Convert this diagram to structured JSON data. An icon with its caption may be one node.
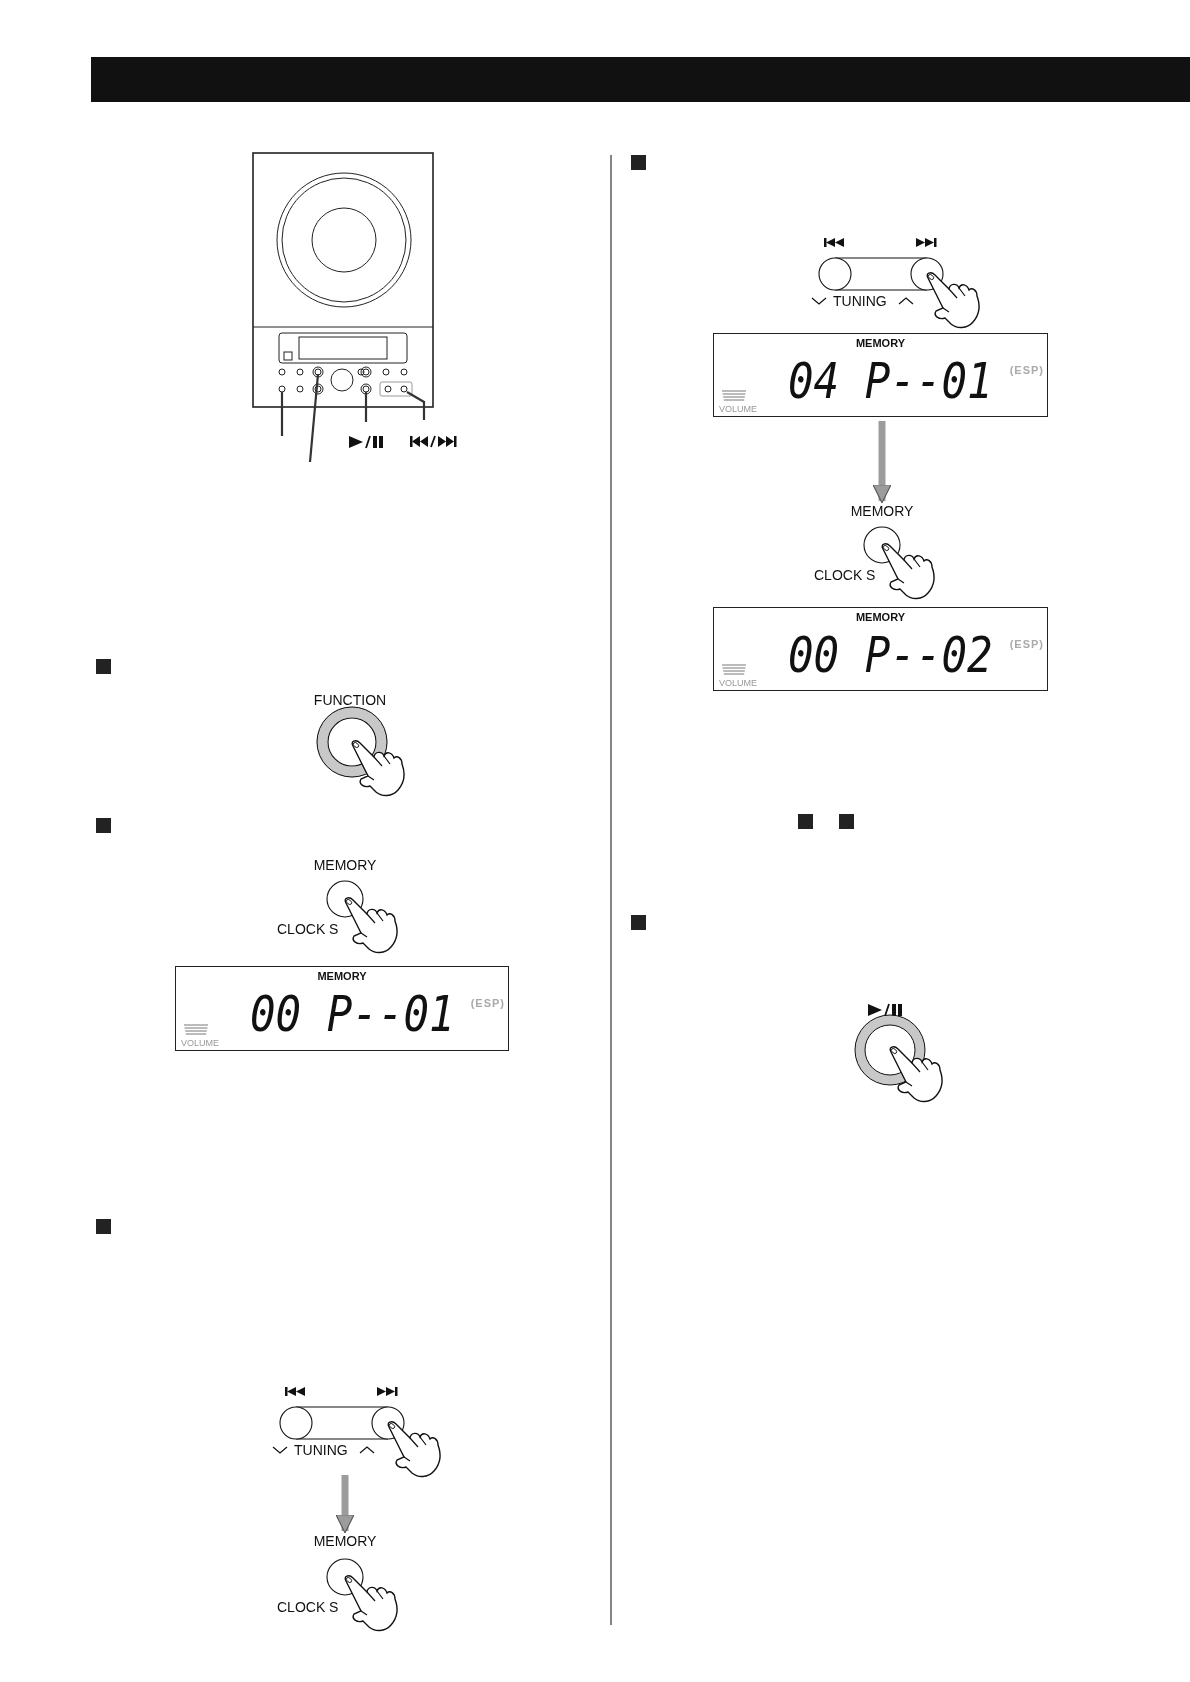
{
  "diagram": {
    "nodes": [
      {
        "text": [
          "FUNCTION"
        ]
      },
      {
        "text": [
          "MEMORY",
          "CLOCK S"
        ]
      },
      {
        "text": [
          "MEMORY",
          "00 P--01",
          "(ESP)",
          "VOLUME"
        ]
      },
      {
        "text": [
          "TUNING"
        ]
      },
      {
        "text": [
          "MEMORY",
          "CLOCK S"
        ]
      },
      {
        "text": [
          "TUNING"
        ]
      },
      {
        "text": [
          "MEMORY",
          "04 P--01",
          "(ESP)",
          "VOLUME"
        ]
      },
      {
        "text": [
          "MEMORY",
          "CLOCK S"
        ]
      },
      {
        "text": [
          "MEMORY",
          "00 P--02",
          "(ESP)",
          "VOLUME"
        ]
      }
    ],
    "edges": [
      {
        "from": 3,
        "to": 4,
        "arrow": "to"
      },
      {
        "from": 6,
        "to": 7,
        "arrow": "to"
      }
    ]
  }
}
